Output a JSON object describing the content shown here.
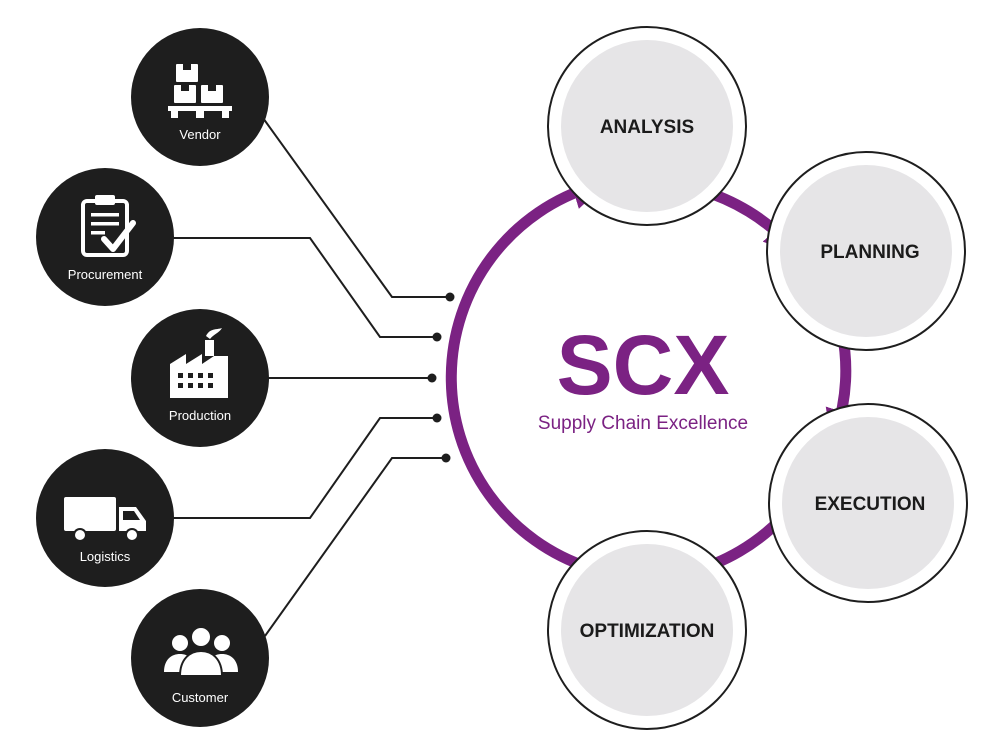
{
  "center": {
    "title": "SCX",
    "subtitle": "Supply Chain Excellence"
  },
  "colors": {
    "accent": "#7b2283",
    "node_fill": "#1e1e1e",
    "stage_fill": "#e6e5e7",
    "line": "#1e1e1e"
  },
  "stakeholders": [
    {
      "label": "Vendor",
      "icon": "pallet-boxes-icon"
    },
    {
      "label": "Procurement",
      "icon": "clipboard-check-icon"
    },
    {
      "label": "Production",
      "icon": "factory-icon"
    },
    {
      "label": "Logistics",
      "icon": "truck-icon"
    },
    {
      "label": "Customer",
      "icon": "people-group-icon"
    }
  ],
  "stages": [
    {
      "label": "ANALYSIS"
    },
    {
      "label": "PLANNING"
    },
    {
      "label": "EXECUTION"
    },
    {
      "label": "OPTIMIZATION"
    }
  ]
}
